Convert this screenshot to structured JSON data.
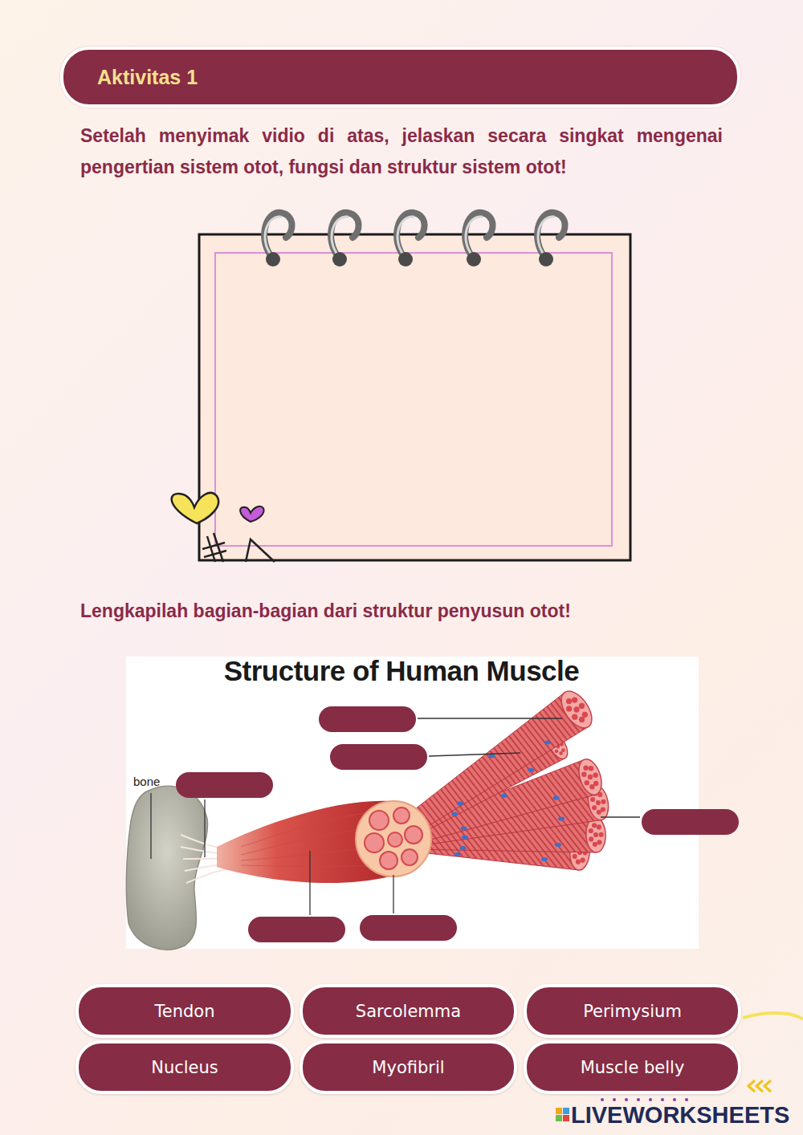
{
  "diagram": {
    "nodes": [
      {
        "text": [
          "Aktivitas 1"
        ]
      },
      {
        "text": [
          "Tendon"
        ]
      },
      {
        "text": [
          "Sarcolemma"
        ]
      },
      {
        "text": [
          "Perimysium"
        ]
      },
      {
        "text": [
          "Nucleus"
        ]
      },
      {
        "text": [
          "Myofibril"
        ]
      },
      {
        "text": [
          "Muscle belly"
        ]
      }
    ],
    "labels": [
      "Setelah menyimak vidio di atas, jelaskan secara singkat mengenai pengertian sistem otot, fungsi dan struktur sistem otot!",
      "Lengkapilah bagian-bagian dari struktur penyusun otot!",
      "Structure of Human Muscle",
      "bone",
      "LIVEWORKSHEETS"
    ]
  }
}
